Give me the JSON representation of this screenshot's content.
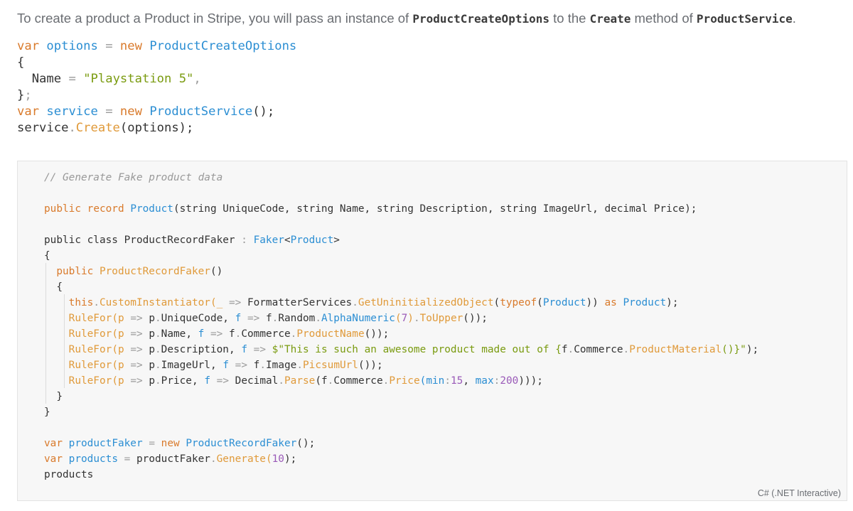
{
  "intro": {
    "part1": "To create a product a Product in Stripe, you will pass an instance of ",
    "code1": "ProductCreateOptions",
    "part2": " to the ",
    "code2": "Create",
    "part3": " method of ",
    "code3": "ProductService",
    "part4": "."
  },
  "snippet": {
    "line1": {
      "kw_var": "var",
      "ident": "options",
      "eq": "=",
      "kw_new": "new",
      "type": "ProductCreateOptions"
    },
    "line2": {
      "brace": "{"
    },
    "line3": {
      "indent": "  ",
      "prop": "Name",
      "eq": "=",
      "str": "\"Playstation 5\"",
      "comma": ","
    },
    "line4": {
      "brace": "}",
      "semi": ";"
    },
    "line5": {
      "kw_var": "var",
      "ident": "service",
      "eq": "=",
      "kw_new": "new",
      "type": "ProductService",
      "rest": "();"
    },
    "line6": {
      "obj": "service",
      "dot": ".",
      "method": "Create",
      "rest": "(options);"
    }
  },
  "cell": {
    "language_label": "C# (.NET Interactive)",
    "comment": "// Generate Fake product data",
    "record": {
      "kw_public": "public",
      "kw_record": "record",
      "name": "Product",
      "params": "(string UniqueCode, string Name, string Description, string ImageUrl, decimal Price);"
    },
    "class_decl": {
      "text": "public class ProductRecordFaker",
      "colon": ":",
      "base": "Faker",
      "lt": "<",
      "generic": "Product",
      "gt": ">"
    },
    "open_brace": "{",
    "ctor": {
      "kw_public": "public",
      "name": "ProductRecordFaker",
      "paren": "()"
    },
    "ctor_open": "{",
    "stmt1": {
      "kw_this": "this",
      "dot": ".",
      "method": "CustomInstantiator",
      "p1": "(_",
      "arrow": "=>",
      "cls": "FormatterServices",
      "dot2": ".",
      "m2": "GetUninitializedObject",
      "p2": "(",
      "kw_typeof": "typeof",
      "p3": "(",
      "type": "Product",
      "p4": "))",
      "kw_as": "as",
      "type2": "Product",
      "end": ");"
    },
    "rules": [
      {
        "head": "RuleFor",
        "open": "(p",
        "arrow": "=>",
        "subject": "p",
        "dot": ".",
        "prop": "UniqueCode",
        "comma": ",",
        "fvar": "f",
        "arrow2": "=>",
        "tail_a": "f",
        "tail_dot": ".",
        "tail_b": "Random",
        "tail_dot2": ".",
        "tail_m": "AlphaNumeric",
        "tail_p": "(",
        "num": "7",
        "tail_p2": ")",
        "tail_dot3": ".",
        "tail_m2": "ToUpper",
        "end": "());"
      },
      {
        "head": "RuleFor",
        "open": "(p",
        "arrow": "=>",
        "subject": "p",
        "dot": ".",
        "prop": "Name",
        "comma": ",",
        "fvar": "f",
        "arrow2": "=>",
        "tail_a": "f",
        "tail_dot": ".",
        "tail_b": "Commerce",
        "tail_dot2": ".",
        "tail_m": "ProductName",
        "end": "());"
      },
      {
        "head": "RuleFor",
        "open": "(p",
        "arrow": "=>",
        "subject": "p",
        "dot": ".",
        "prop": "Description",
        "comma": ",",
        "fvar": "f",
        "arrow2": "=>",
        "str_a": "$\"This is such an awesome product made out of ",
        "brace_open": "{",
        "tail_a": "f",
        "tail_dot": ".",
        "tail_b": "Commerce",
        "tail_dot2": ".",
        "tail_m": "ProductMaterial",
        "paren_brace": "()}",
        "str_end": "\"",
        "end": ");"
      },
      {
        "head": "RuleFor",
        "open": "(p",
        "arrow": "=>",
        "subject": "p",
        "dot": ".",
        "prop": "ImageUrl",
        "comma": ",",
        "fvar": "f",
        "arrow2": "=>",
        "tail_a": "f",
        "tail_dot": ".",
        "tail_b": "Image",
        "tail_dot2": ".",
        "tail_m": "PicsumUrl",
        "end": "());"
      },
      {
        "head": "RuleFor",
        "open": "(p",
        "arrow": "=>",
        "subject": "p",
        "dot": ".",
        "prop": "Price",
        "comma": ",",
        "fvar": "f",
        "arrow2": "=>",
        "tail_cls": "Decimal",
        "tail_dot0": ".",
        "tail_parse": "Parse",
        "tail_a": "(f",
        "tail_dot": ".",
        "tail_b": "Commerce",
        "tail_dot2": ".",
        "tail_m": "Price",
        "p_open": "(",
        "arg1": "min",
        "c1": ":",
        "n1": "15",
        "sep": ", ",
        "arg2": "max",
        "c2": ":",
        "n2": "200",
        "end": ")));"
      }
    ],
    "ctor_close": "}",
    "close_brace": "}",
    "faker_line": {
      "kw_var": "var",
      "ident": "productFaker",
      "eq": "=",
      "kw_new": "new",
      "type": "ProductRecordFaker",
      "rest": "();"
    },
    "products_line": {
      "kw_var": "var",
      "ident": "products",
      "eq": "=",
      "obj": "productFaker",
      "dot": ".",
      "method": "Generate",
      "p1": "(",
      "num": "10",
      "rest": ");"
    },
    "last_line": "products"
  }
}
